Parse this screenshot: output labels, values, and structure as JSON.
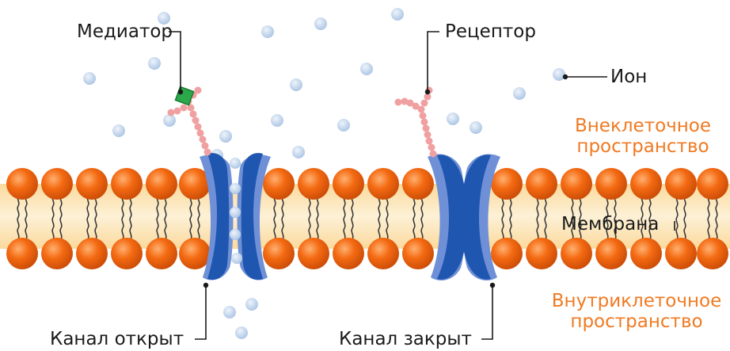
{
  "labels": {
    "mediator": "Медиатор",
    "receptor": "Рецептор",
    "ion": "Ион",
    "extracellular_line1": "Внеклеточное",
    "extracellular_line2": "пространство",
    "membrane": "Мембрана",
    "intracellular_line1": "Внутриклеточное",
    "intracellular_line2": "пространство",
    "channel_open": "Канал открыт",
    "channel_closed": "Канал закрыт"
  },
  "colors": {
    "phospholipid_head": "#f06a12",
    "membrane_band": "#fbe3b0",
    "channel_dark": "#1f56b0",
    "channel_light": "#6f90d6",
    "ion": "#b5cde8",
    "mediator": "#2aa84a",
    "receptor_chain": "#f0a0a0",
    "label_orange": "#f07a22"
  }
}
